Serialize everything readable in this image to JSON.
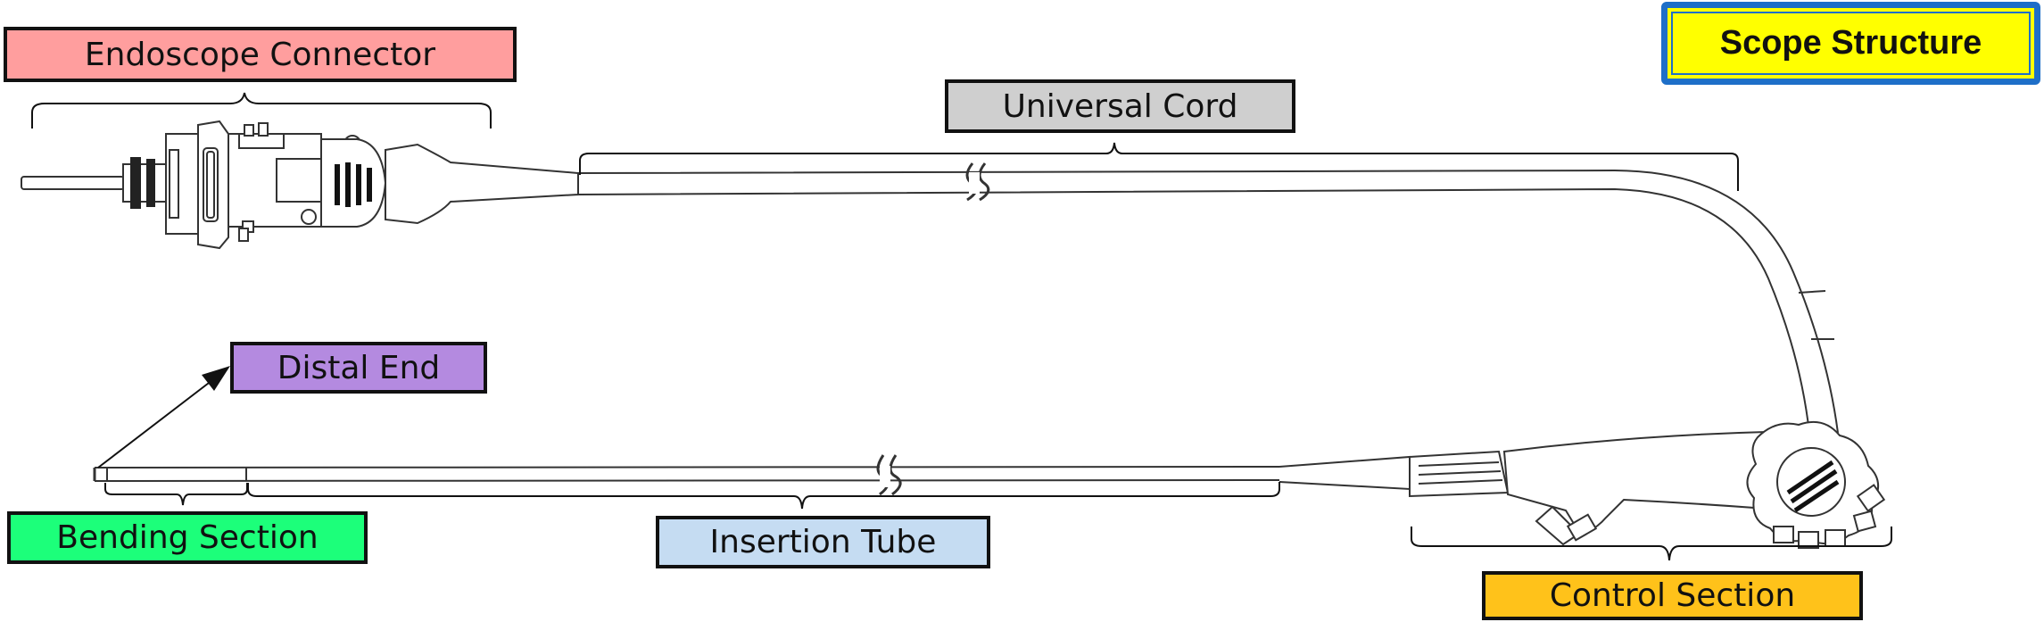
{
  "title": "Scope Structure",
  "labels": {
    "endoscope_connector": "Endoscope Connector",
    "universal_cord": "Universal Cord",
    "distal_end": "Distal End",
    "bending_section": "Bending Section",
    "insertion_tube": "Insertion Tube",
    "control_section": "Control Section"
  },
  "colors": {
    "endoscope_connector": "#ff9e9e",
    "universal_cord": "#cfcfcf",
    "distal_end": "#b48ae0",
    "bending_section": "#1cff7a",
    "insertion_tube": "#c5dcf2",
    "control_section": "#ffc21a",
    "title_fill": "#ffff00",
    "title_border": "#1e6fc8",
    "line": "#333333"
  }
}
